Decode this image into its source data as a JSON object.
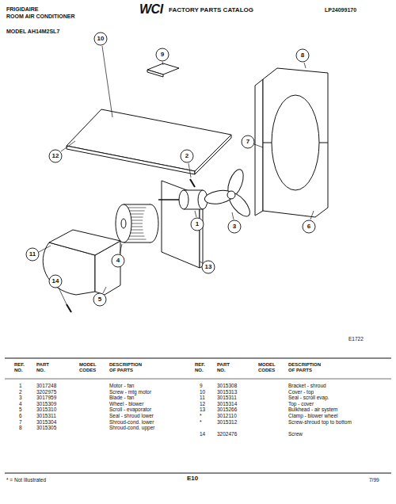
{
  "diagram": {
    "labels": [
      "FRIGIDAIRE",
      "ROOM AIR CONDITIONER",
      "WCI",
      "FACTORY PARTS CATALOG",
      "LP24099170",
      "MODEL AH14M2SL7",
      "10",
      "9",
      "8",
      "12",
      "2",
      "7",
      "1",
      "3",
      "6",
      "11",
      "4",
      "13",
      "14",
      "5",
      "E1722",
      "REF. NO.",
      "PART NO.",
      "MODEL CODES",
      "DESCRIPTION OF PARTS",
      "REF. NO.",
      "PART NO.",
      "MODEL CODES",
      "DESCRIPTION OF PARTS",
      "1",
      "3017248",
      "Motor - fan",
      "2",
      "3202975",
      "Screw - mtg motor",
      "3",
      "3017959",
      "Blade - fan",
      "4",
      "3015309",
      "Wheel - blower",
      "5",
      "3015310",
      "Scroll - evaporator",
      "6",
      "3015311",
      "Seal - shroud lower",
      "7",
      "3015304",
      "Shroud-cond. lower",
      "8",
      "3015305",
      "Shroud-cond. upper",
      "9",
      "3015308",
      "Bracket - shroud",
      "10",
      "3015313",
      "Cover - top",
      "11",
      "3015311",
      "Seal - scroll evap.",
      "12",
      "3015314",
      "Top - cover",
      "13",
      "3015266",
      "Bulkhead - air system",
      "*",
      "3012110",
      "Clamp - blower wheel",
      "*",
      "3015312",
      "Screw-shroud top to bottom",
      "14",
      "3202476",
      "Screw",
      "* = Not Illustrated",
      "E10",
      "7/99"
    ]
  }
}
